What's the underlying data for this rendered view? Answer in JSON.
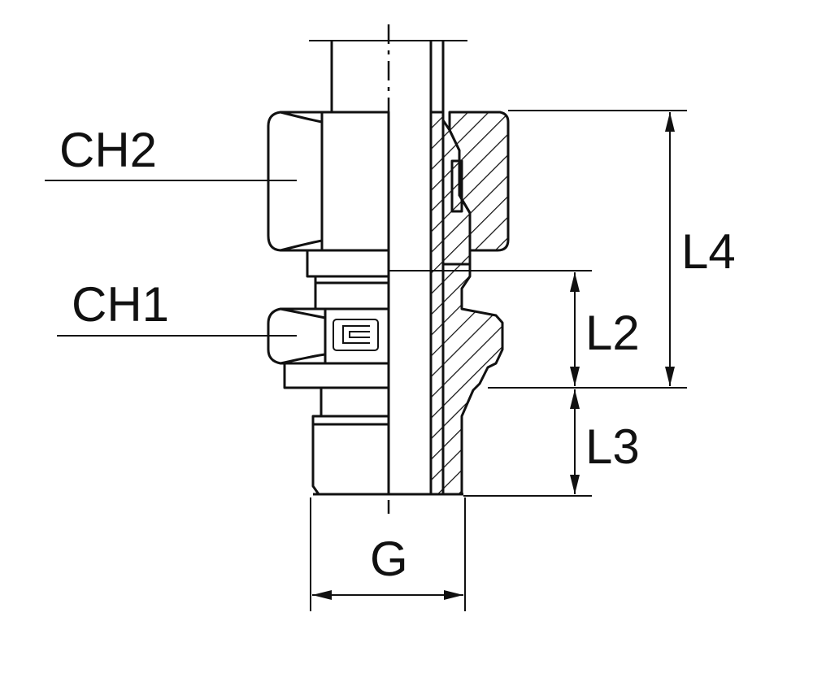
{
  "labels": {
    "ch2": "CH2",
    "ch1": "CH1",
    "l4": "L4",
    "l2": "L2",
    "l3": "L3",
    "g": "G"
  },
  "colors": {
    "ink": "#111111",
    "background": "#ffffff"
  }
}
